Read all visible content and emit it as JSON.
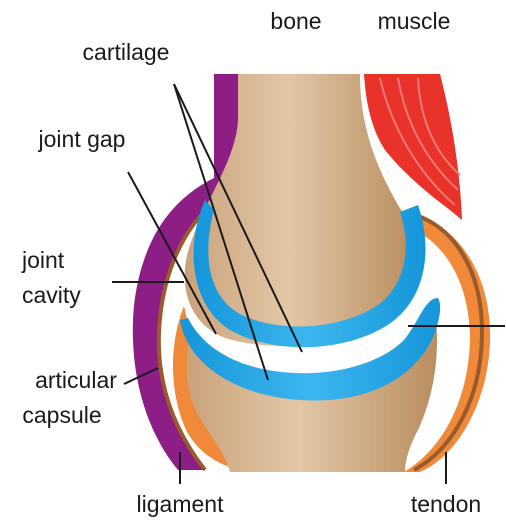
{
  "labels": {
    "bone": "bone",
    "muscle": "muscle",
    "cartilage": "cartilage",
    "joint_gap": "joint gap",
    "joint_cavity_line1": "joint",
    "joint_cavity_line2": "cavity",
    "articular_capsule_line1": "articular",
    "articular_capsule_line2": "capsule",
    "ligament": "ligament",
    "tendon": "tendon"
  },
  "colors": {
    "bone": "#d6b48e",
    "cartilage": "#1ea3e6",
    "ligament": "#8c1e86",
    "tendon": "#f08a3a",
    "muscle": "#e8322a",
    "capsule_line": "#9a5a2a"
  }
}
